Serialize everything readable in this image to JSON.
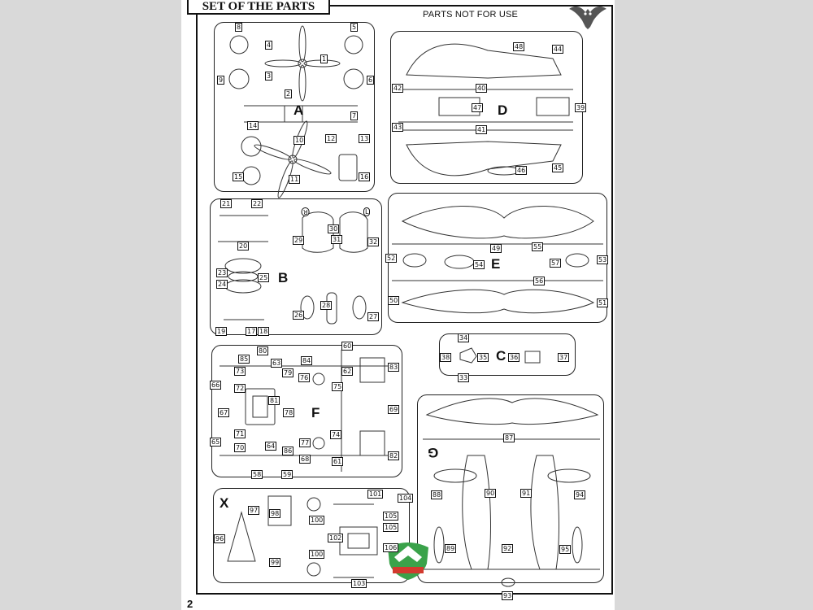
{
  "header": {
    "title": "SET OF THE PARTS",
    "note": "PARTS NOT FOR USE",
    "page_number": "2"
  },
  "sprues": {
    "A": {
      "letter": "A",
      "parts": [
        "1",
        "2",
        "3",
        "4",
        "5",
        "6",
        "7",
        "8",
        "9",
        "10",
        "11",
        "12",
        "13",
        "14",
        "15",
        "16"
      ]
    },
    "B": {
      "letter": "B",
      "parts": [
        "17",
        "18",
        "19",
        "20",
        "21",
        "22",
        "23",
        "24",
        "25",
        "26",
        "27",
        "28",
        "29",
        "30",
        "31",
        "32"
      ],
      "marks": [
        "R",
        "L"
      ]
    },
    "C": {
      "letter": "C",
      "parts": [
        "33",
        "34",
        "35",
        "36",
        "37",
        "38"
      ]
    },
    "D": {
      "letter": "D",
      "parts": [
        "39",
        "40",
        "41",
        "42",
        "43",
        "44",
        "45",
        "46",
        "47",
        "48"
      ]
    },
    "E": {
      "letter": "E",
      "parts": [
        "49",
        "50",
        "51",
        "52",
        "53",
        "54",
        "55",
        "56",
        "57"
      ]
    },
    "F": {
      "letter": "F",
      "parts": [
        "58",
        "59",
        "60",
        "61",
        "62",
        "63",
        "64",
        "65",
        "66",
        "67",
        "68",
        "69",
        "70",
        "71",
        "72",
        "73",
        "74",
        "75",
        "76",
        "77",
        "78",
        "79",
        "80",
        "81",
        "82",
        "83",
        "84",
        "85",
        "86"
      ]
    },
    "G": {
      "letter": "G",
      "parts": [
        "87",
        "88",
        "89",
        "90",
        "91",
        "92",
        "93",
        "94",
        "95"
      ]
    },
    "X": {
      "letter": "X",
      "parts": [
        "96",
        "97",
        "98",
        "99",
        "100",
        "100",
        "101",
        "102",
        "103",
        "104",
        "105",
        "105",
        "106"
      ]
    }
  },
  "colors": {
    "line": "#222222",
    "paper": "#ffffff",
    "margin": "#d9d9d9",
    "logo_green": "#3aa24a",
    "logo_red": "#d23a2e"
  },
  "icons": [
    "owl-logo-icon",
    "brand-shield-logo-icon"
  ]
}
